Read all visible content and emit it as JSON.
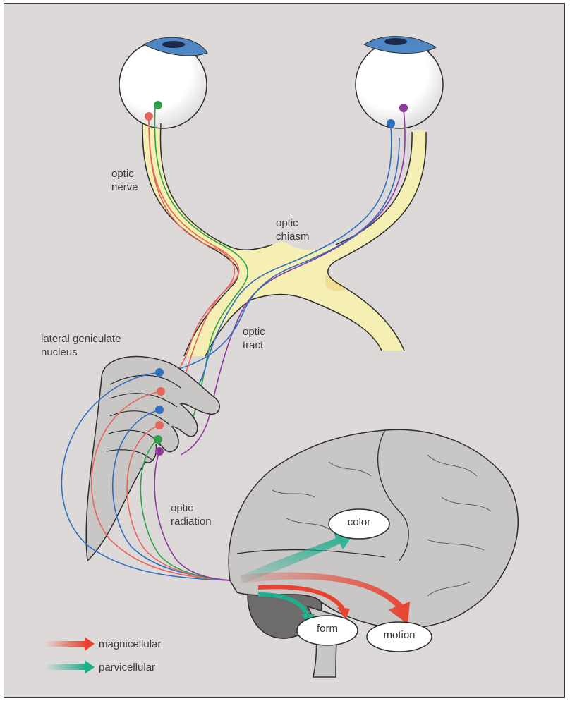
{
  "labels": {
    "optic_nerve": [
      "optic",
      "nerve"
    ],
    "optic_chiasm": [
      "optic",
      "chiasm"
    ],
    "optic_tract": [
      "optic",
      "tract"
    ],
    "lgn": [
      "lateral geniculate",
      "nucleus"
    ],
    "optic_radiation": [
      "optic",
      "radiation"
    ]
  },
  "areas": {
    "color": "color",
    "form": "form",
    "motion": "motion"
  },
  "legend": {
    "magnocellular": {
      "label": "magnicellular",
      "color": "#e8432f"
    },
    "parvocellular": {
      "label": "parvicellular",
      "color": "#1fae8e"
    }
  },
  "colors": {
    "background": "#ded9d9",
    "nerve_fill": "#f6efb4",
    "fiber_red": "#e5655c",
    "fiber_green": "#2ea24a",
    "fiber_blue": "#2f6fbf",
    "fiber_purple": "#8c3a9e",
    "iris": "#4f87c4",
    "brain_fill": "#c9c6c6",
    "cerebellum_fill": "#6e6b6b"
  }
}
